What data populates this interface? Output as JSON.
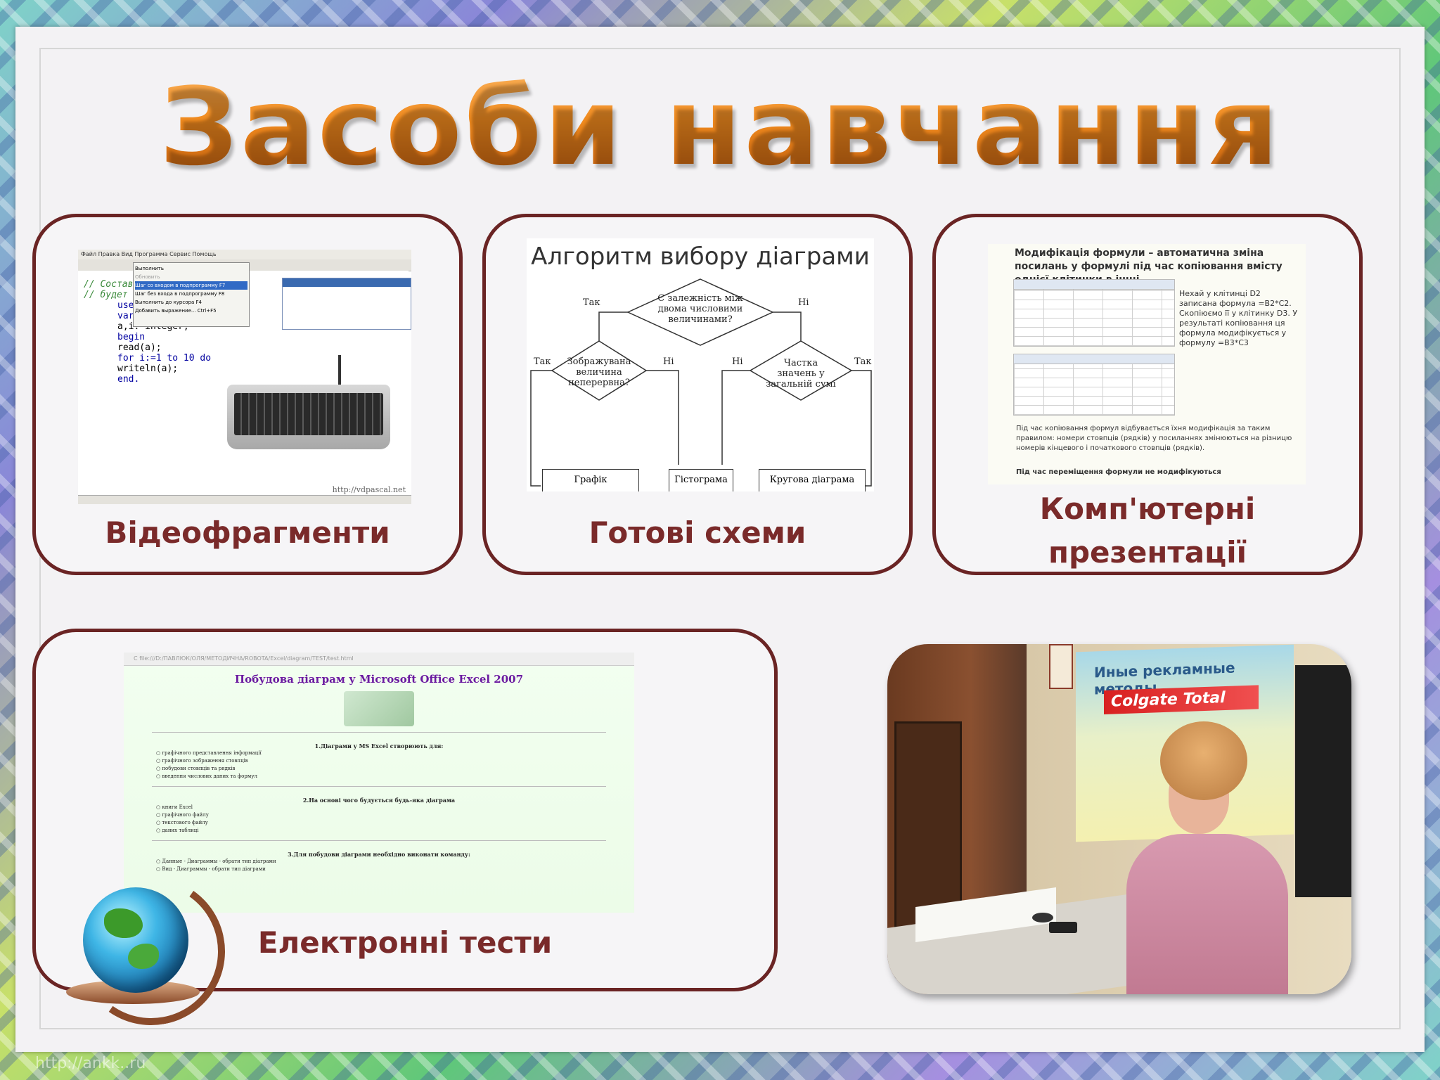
{
  "slide": {
    "title": "Засоби навчання",
    "footer_url": "http://ankk..ru"
  },
  "panels": [
    {
      "caption": "Відеофрагменти",
      "screenshot": {
        "menu": "Файл  Правка  Вид  Программа  Сервис  Помощь",
        "popup_items": [
          "Выполнить",
          "Обновить",
          "Шаг со входом в подпрограмму  F7",
          "Шаг без входа в подпрограмму  F8",
          "Выполнить до курсора  F4",
          "Добавить выражение...  Ctrl+F5"
        ],
        "code_lines": [
          "// Состав",
          "//  будет",
          "use",
          "var",
          "a,i: integer;",
          "begin",
          "read(a);",
          "for i:=1 to 10 do",
          "writeln(a);",
          "end."
        ],
        "watermark": "http://vdpascal.net"
      }
    },
    {
      "caption": "Готові схеми",
      "flowchart": {
        "title": "Алгоритм вибору діаграми",
        "decision_main": "Є залежність між двома числовими величинами?",
        "decision_left": "Зображувана величина неперервна?",
        "decision_right": "Частка значень у загальній сумі",
        "yes": "Так",
        "no": "Ні",
        "out_1": "Графік",
        "out_2": "Гістограма",
        "out_3": "Кругова діаграма"
      }
    },
    {
      "caption_line1": "Комп'ютерні",
      "caption_line2": "презентації",
      "slide_text": {
        "heading": "Модифікація формули – автоматична зміна посилань у формулі під час копіювання вмісту однієї клітинки в інші",
        "side_note": "Нехай у клітинці D2 записана формула =B2*C2. Скопіюємо її у клітинку D3. У результаті копіювання ця формула модифікується у формулу =B3*C3",
        "rule": "Під час копіювання формул відбувається їхня модифікація за таким правилом: номери стовпців (рядків) у посиланнях змінюються на різницю номерів кінцевого і початкового стовпців (рядків).",
        "move_note": "Під час переміщення формули не модифікуються"
      }
    },
    {
      "caption": "Електронні тести",
      "test_page": {
        "title": "Побудова діаграм у Microsoft Office Excel 2007",
        "q1": "1.Діаграми у MS Excel створюють для:",
        "q1_options": [
          "графічного представлення інформації",
          "графічного зображення стовпців",
          "побудови стовпців та рядків",
          "введення числових даних та формул"
        ],
        "q2": "2.На основі чого будується будь-яка діаграма",
        "q2_options": [
          "книги Excel",
          "графічного файлу",
          "текстового файлу",
          "даних таблиці"
        ],
        "q3": "3.Для побудови діаграми необхідно виконати команду:",
        "q3_options": [
          "Данные - Диаграммы - обрати тип діаграми",
          "Вид - Диаграммы - обрати тип діаграми"
        ]
      }
    }
  ],
  "photo": {
    "screen_title": "Иные рекламные методы",
    "brand": "Colgate Total"
  },
  "colors": {
    "panel_border": "#6a2424",
    "caption": "#7a2a2a",
    "title_orange": "#f08a1e"
  }
}
